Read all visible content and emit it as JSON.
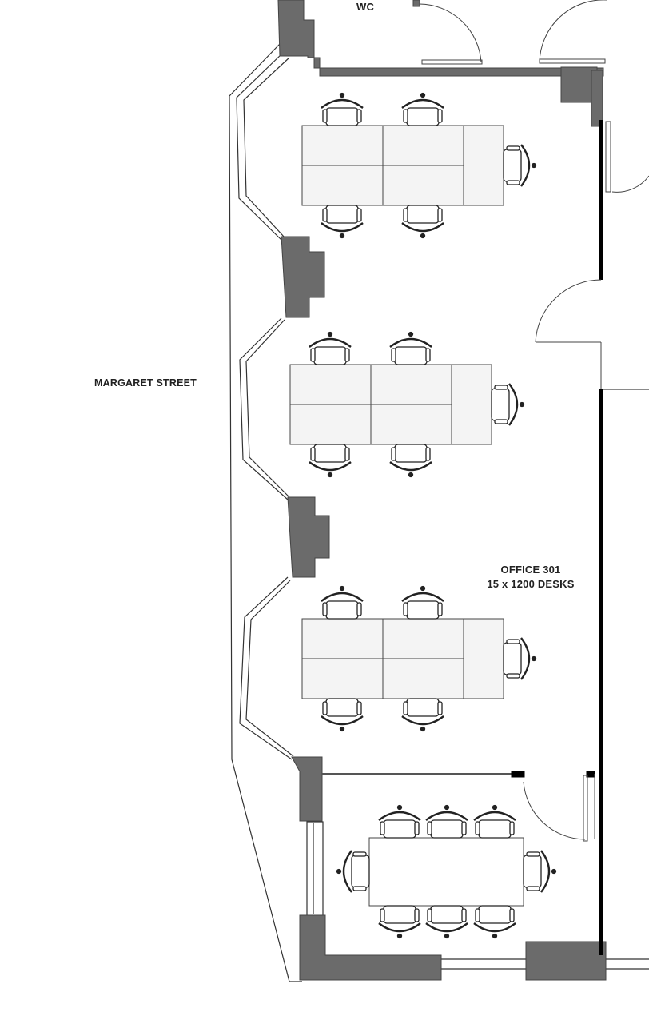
{
  "labels": {
    "wc": "WC",
    "street": "MARGARET STREET",
    "office_name": "OFFICE 301",
    "office_capacity": "15 x 1200 DESKS"
  },
  "colors": {
    "wall_fill": "#6b6b6b",
    "partition": "#000000",
    "line": "#333333",
    "desk_fill": "#f4f4f4"
  }
}
